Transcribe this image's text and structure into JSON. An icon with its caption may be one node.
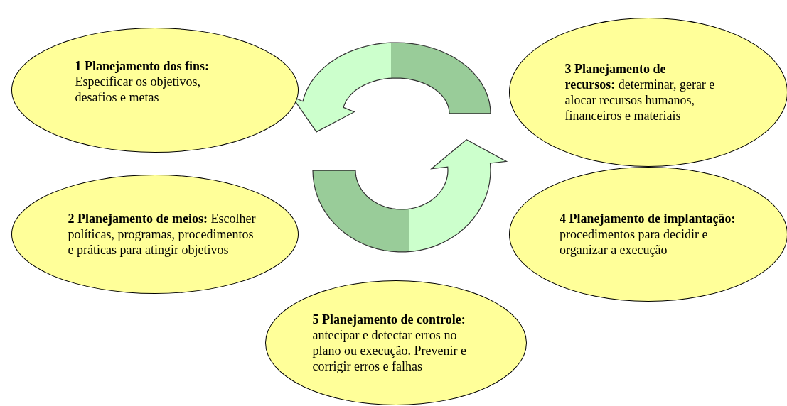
{
  "diagram": {
    "nodes": [
      {
        "text": [
          "**1 Planejamento dos fins:** Especificar os objetivos, desafios e metas"
        ]
      },
      {
        "text": [
          "**2 Planejamento de meios:** Escolher políticas, programas, procedimentos e práticas para atingir objetivos"
        ]
      },
      {
        "text": [
          "**3 Planejamento de recursos:** determinar, gerar e alocar recursos humanos, financeiros e materiais"
        ]
      },
      {
        "text": [
          "**4 Planejamento de implantação:** procedimentos para decidir e organizar a execução"
        ]
      },
      {
        "text": [
          "**5 Planejamento de controle:** antecipar e detectar erros no plano ou execução. Prevenir e corrigir erros e falhas"
        ]
      }
    ],
    "edges": [
      {
        "from": 2,
        "to": 0,
        "arrow": "to"
      },
      {
        "from": 1,
        "to": 2,
        "arrow": "to"
      }
    ]
  }
}
